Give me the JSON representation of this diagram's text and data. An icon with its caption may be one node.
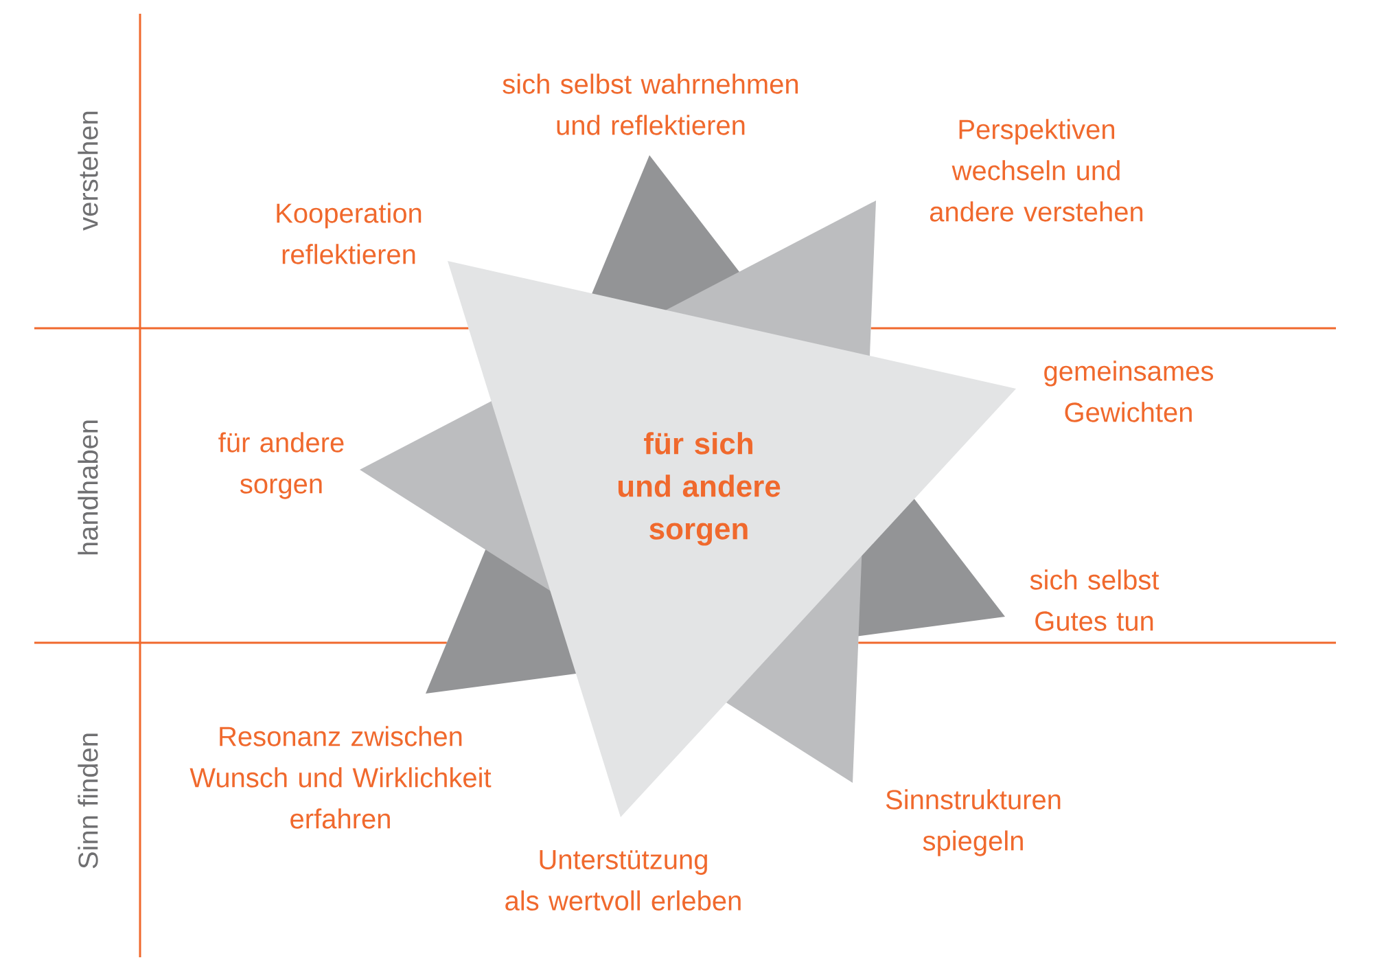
{
  "diagram": {
    "nodes": [
      {
        "text": [],
        "shape": "triangle"
      },
      {
        "text": [],
        "shape": "triangle"
      },
      {
        "text": [],
        "shape": "triangle"
      },
      {
        "text": [
          "für sich und andere sorgen"
        ]
      }
    ],
    "labels": [
      "verstehen",
      "sich selbst wahrnehmen und reflektieren",
      "Perspektiven wechseln und andere verstehen",
      "Kooperation reflektieren",
      "gemeinsames Gewichten",
      "handhaben",
      "für andere sorgen",
      "sich selbst Gutes tun",
      "Resonanz zwischen Wunsch und Wirklichkeit erfahren",
      "Sinn finden",
      "Sinnstrukturen spiegeln",
      "Unterstützung als wertvoll erleben"
    ]
  }
}
